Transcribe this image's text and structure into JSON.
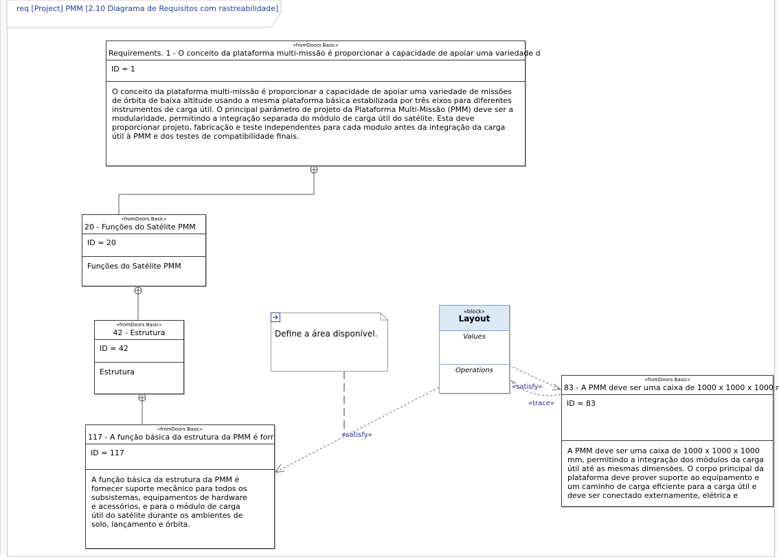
{
  "diagram": {
    "frame_label": "req [Project] PMM [2.10 Diagrama de Requisitos com rastreabilidade]"
  },
  "requirements": {
    "r1": {
      "stereotype": "«fromDoors Basic»",
      "name": "Requirements. 1 - O conceito da plataforma multi-missão é proporcionar a capacidade de apoiar uma variedade d",
      "id": "ID = 1",
      "text": "O conceito da plataforma multi-missão é proporcionar a capacidade de apoiar uma variedade de missões de órbita de baixa altitude usando a mesma plataforma básica estabilizada por três eixos para diferentes instrumentos de carga útil. O principal parâmetro de projeto da Plataforma Multi-Missão (PMM) deve ser a modularidade, permitindo a integração separada do módulo de carga útil do satélite. Esta deve proporcionar projeto, fabricação e teste independentes para cada modulo antes da integração da carga útil à PMM e dos testes de compatibilidade finais."
    },
    "r20": {
      "stereotype": "«fromDoors Basic»",
      "name": "20 - Funções do Satélite PMM",
      "id": "ID = 20",
      "text": "Funções do Satélite PMM"
    },
    "r42": {
      "stereotype": "«fromDoors Basic»",
      "name": "42 - Estrutura",
      "id": "ID = 42",
      "text": "Estrutura"
    },
    "r117": {
      "stereotype": "«fromDoors Basic»",
      "name": "117 - A função básica da estrutura da PMM é forr",
      "id": "ID = 117",
      "text": "A função básica da estrutura da PMM é fornecer suporte mecânico para todos os subsistemas, equipamentos de hardware e acessórios, e para o módulo de carga útil do satélite durante os ambientes de solo, lançamento e órbita."
    },
    "r83": {
      "stereotype": "«fromDoors Basic»",
      "name": "83 - A PMM deve ser uma caixa de 1000 x 1000 x 1000 r",
      "id": "ID = 83",
      "text": "A PMM deve ser uma caixa de 1000 x 1000 x 1000 mm, permitindo a integração dos módulos da carga útil até as mesmas dimensões. O corpo principal da plataforma deve prover suporte ao equipamento e um caminho de carga eficiente para a carga útil e deve ser conectado externamente, elétrica e"
    }
  },
  "block": {
    "stereotype": "«block»",
    "name": "Layout",
    "compartments": [
      "Values",
      "Operations"
    ]
  },
  "note": {
    "text": "Define a área disponível."
  },
  "links": {
    "satisfy_note": "«satisfy»",
    "satisfy_83": "«satisfy»",
    "trace_83": "«trace»"
  },
  "colors": {
    "frame_label": "#1a3d99",
    "block_fill": "#dbe8f6",
    "block_border": "#7aa4cf",
    "link_label": "#2a2aa0"
  }
}
